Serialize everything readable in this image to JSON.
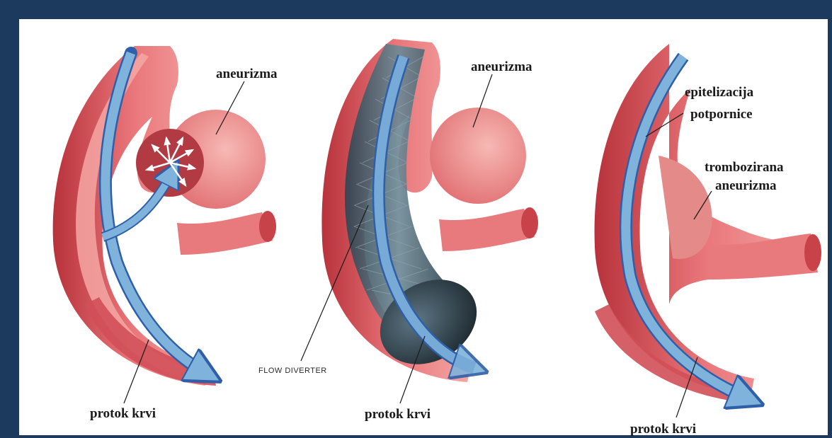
{
  "panels": [
    {
      "labels": {
        "aneurysm": "aneurizma",
        "flow": "protok krvi"
      }
    },
    {
      "labels": {
        "aneurysm": "aneurizma",
        "device": "FLOW DIVERTER",
        "flow": "protok krvi"
      }
    },
    {
      "labels": {
        "endothelial_line1": "epitelizacija",
        "endothelial_line2": "potpornice",
        "thrombosed_line1": "trombozirana",
        "thrombosed_line2": "aneurizma",
        "flow": "protok krvi"
      }
    }
  ],
  "colors": {
    "frame": "#1c3a5e",
    "vessel_outer": "#c8424a",
    "vessel_wall": "#e8797c",
    "vessel_inner": "#f2a3a3",
    "flow_arrow": "#7fb3dc",
    "stent": "#3e5563"
  }
}
